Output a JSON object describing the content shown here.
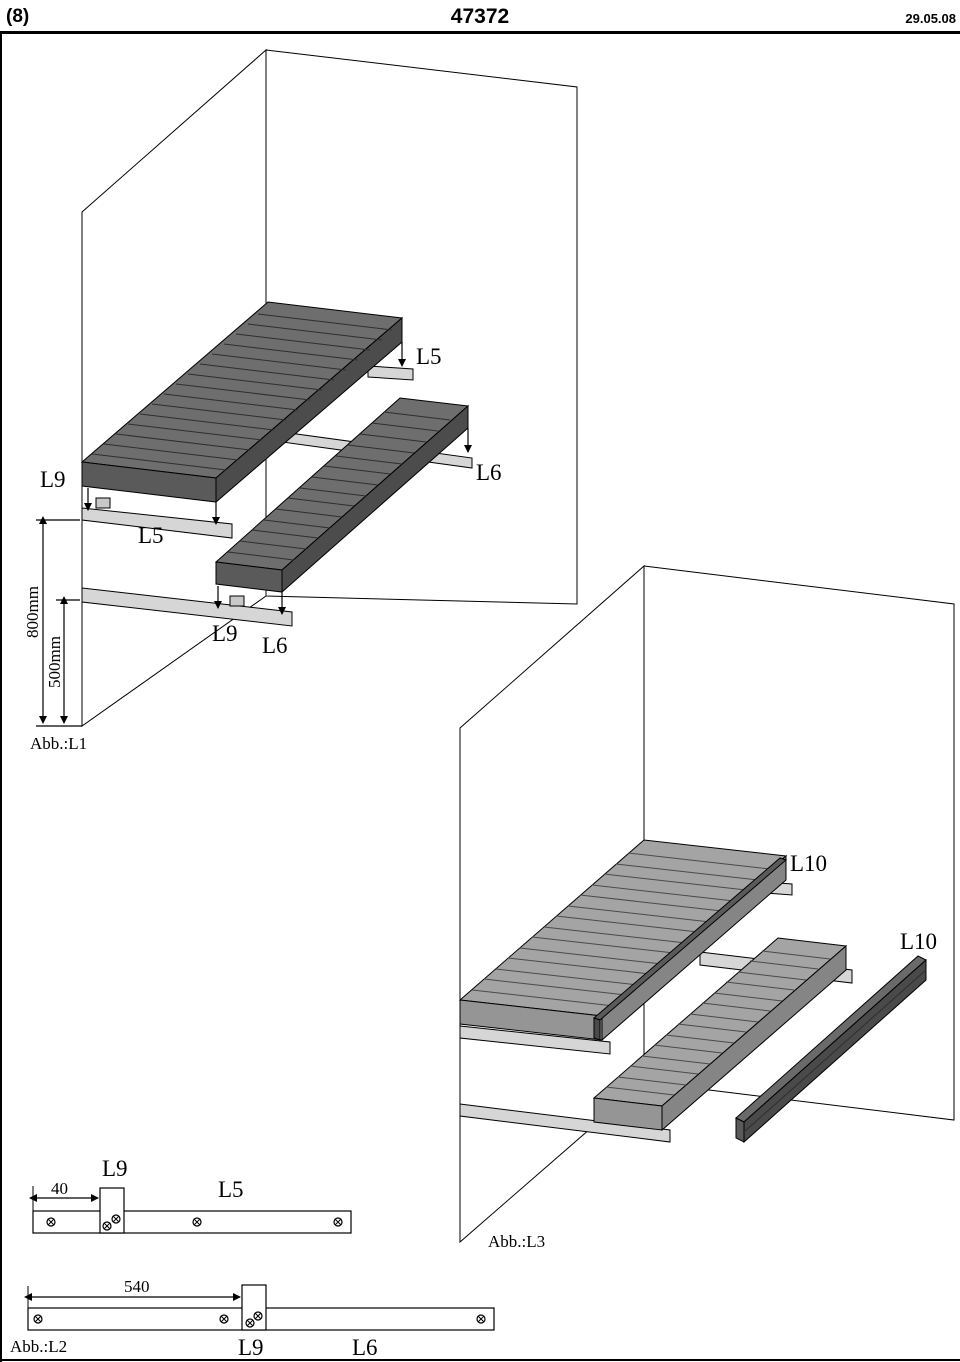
{
  "header": {
    "page_number": "(8)",
    "article_number": "47372",
    "date": "29.05.08"
  },
  "figure_l1": {
    "caption": "Abb.:L1",
    "labels": {
      "l5_upper": "L5",
      "l9_left": "L9",
      "l6_right": "L6",
      "l5_lower": "L5",
      "l9_bottom": "L9",
      "l6_bottom": "L6"
    },
    "dim_800": "800mm",
    "dim_500": "500mm"
  },
  "figure_l2": {
    "caption": "Abb.:L2",
    "top_rail": {
      "dim": "40",
      "l9": "L9",
      "l5": "L5"
    },
    "bottom_rail": {
      "dim": "540",
      "l9": "L9",
      "l6": "L6"
    }
  },
  "figure_l3": {
    "caption": "Abb.:L3",
    "labels": {
      "l10_upper": "L10",
      "l10_right": "L10"
    }
  },
  "colors": {
    "bench_dark": "#6e6e6e",
    "bench_light": "#a4a4a4",
    "rail": "#d6d6d6",
    "line": "#000000"
  }
}
